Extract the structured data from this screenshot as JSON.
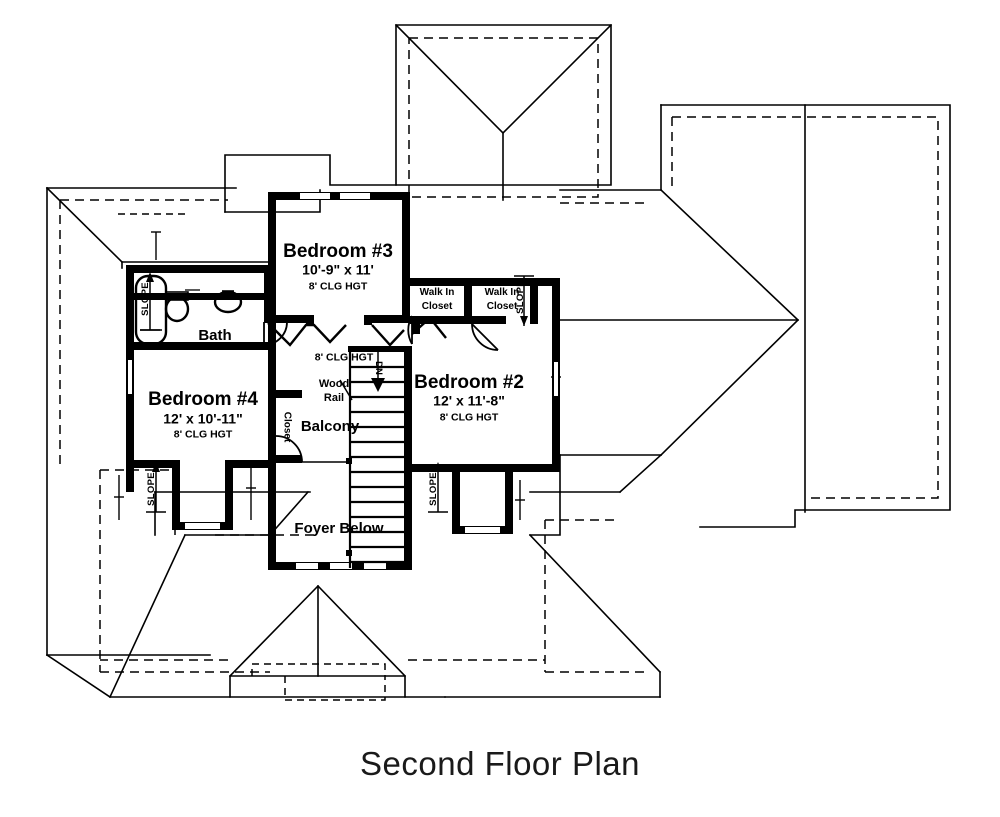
{
  "drawing": {
    "title": "Second Floor Plan",
    "type": "architectural-floor-plan",
    "line_colors": {
      "walls": "#000000",
      "roof_lines": "#000000",
      "eave_dashed": "#000000",
      "background": "#ffffff"
    }
  },
  "rooms": [
    {
      "id": "bedroom3",
      "name": "Bedroom #3",
      "dimensions": "10'-9\" x 11'",
      "ceiling": "8' CLG HGT"
    },
    {
      "id": "bedroom4",
      "name": "Bedroom #4",
      "dimensions": "12' x 10'-11\"",
      "ceiling": "8' CLG HGT"
    },
    {
      "id": "bedroom2",
      "name": "Bedroom #2",
      "dimensions": "12' x 11'-8\"",
      "ceiling": "8' CLG HGT"
    },
    {
      "id": "bath",
      "name": "Bath"
    },
    {
      "id": "balcony",
      "name": "Balcony",
      "ceiling": "8' CLG HGT"
    },
    {
      "id": "foyer_below",
      "name": "Foyer Below"
    }
  ],
  "closets": {
    "walk_in_left": {
      "line1": "Walk In",
      "line2": "Closet"
    },
    "walk_in_right": {
      "line1": "Walk In",
      "line2": "Closet"
    },
    "bedroom4_closet": "Closet"
  },
  "annotations": {
    "wood_rail_line1": "Wood",
    "wood_rail_line2": "Rail",
    "stair_direction": "DN",
    "slope_1": "SLOPE",
    "slope_2": "SLOPE",
    "slope_3": "SLOPE",
    "slope_4": "SLOPE"
  },
  "stairs": {
    "tread_count": 14,
    "direction_label": "DN"
  },
  "fixtures": [
    {
      "name": "bathtub",
      "room": "bath"
    },
    {
      "name": "toilet",
      "room": "bath"
    },
    {
      "name": "sink",
      "room": "bath"
    }
  ]
}
